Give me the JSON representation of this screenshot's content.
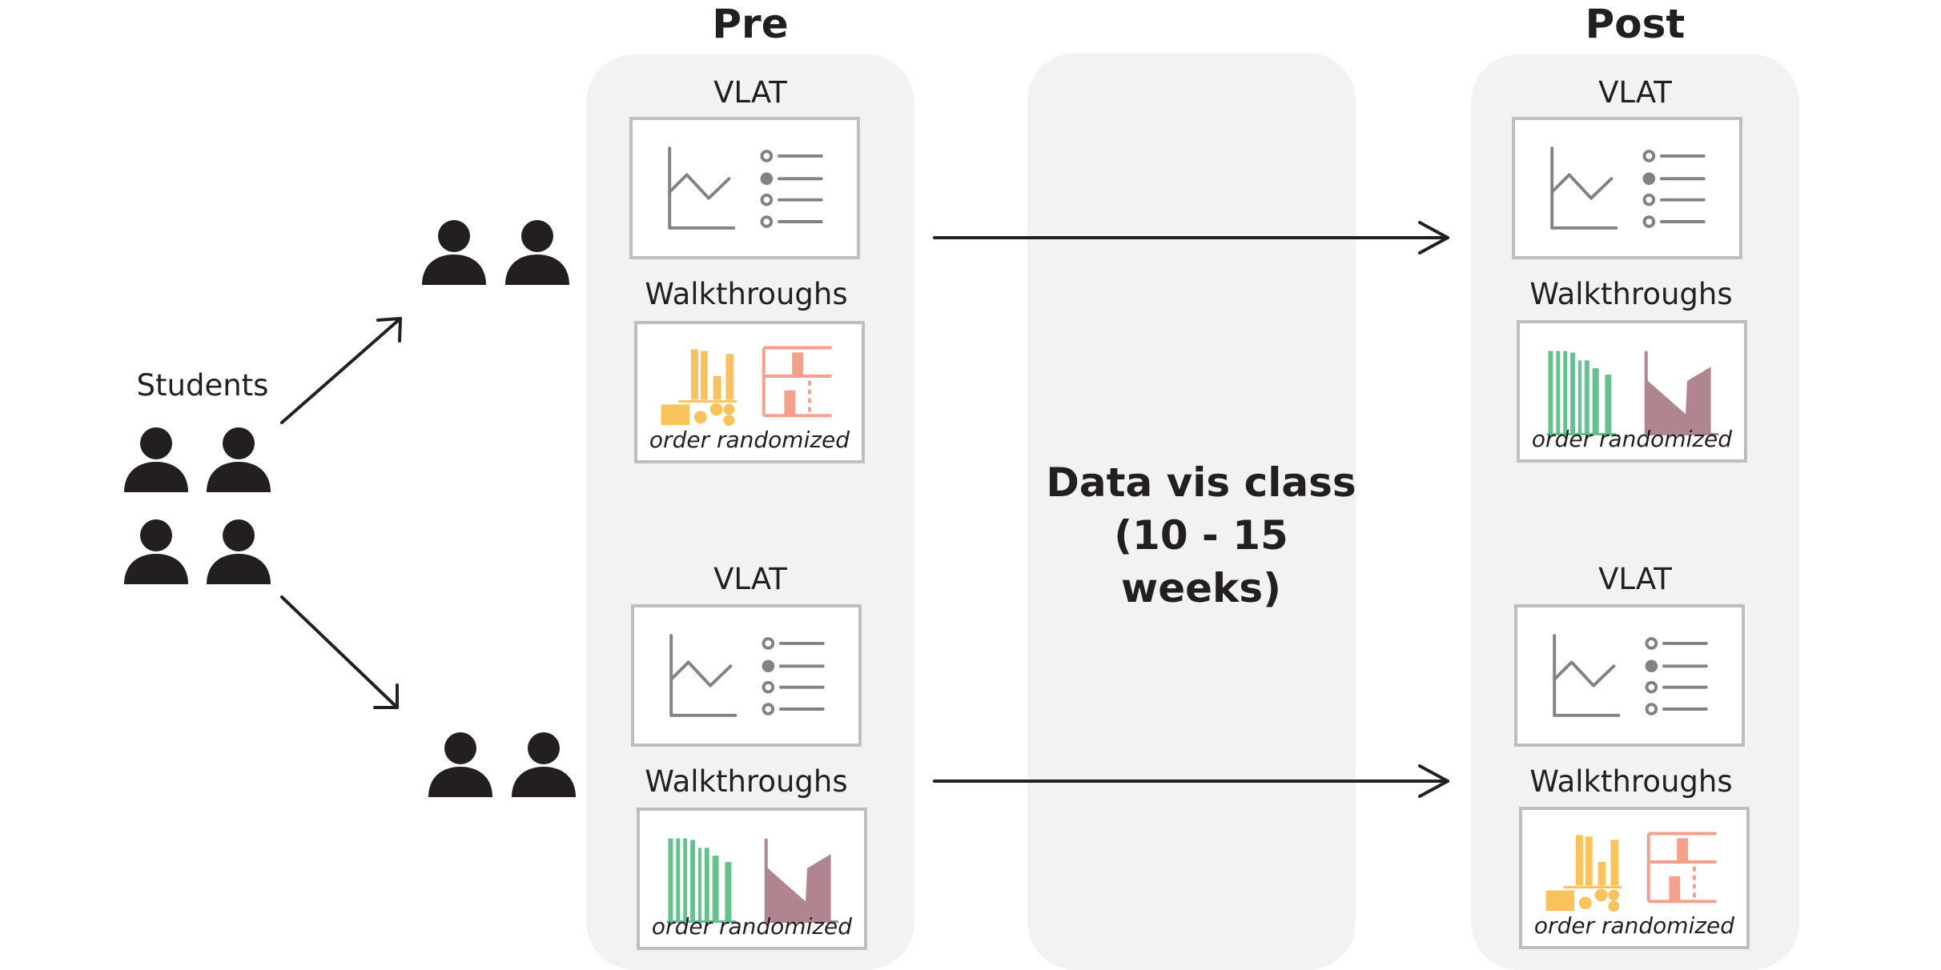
{
  "phases": {
    "pre_label": "Pre",
    "post_label": "Post",
    "class_line1": "Data vis class",
    "class_line2": "(10 - 15 weeks)"
  },
  "students": {
    "label": "Students"
  },
  "cards": {
    "vlat_label": "VLAT",
    "walkthroughs_label": "Walkthroughs",
    "order_caption": "order randomized"
  },
  "colors": {
    "panel": "#f2f2f2",
    "person": "#231f20",
    "card_border": "#bcbec0",
    "vlat_icon": "#808285",
    "yellow_chart": "#f9c25a",
    "salmon_chart": "#f4a08b",
    "green_chart": "#62c28e",
    "mauve_chart": "#b08590"
  },
  "icons": {
    "person": "person-icon",
    "vlat": "vlat-quiz-icon",
    "walkthrough_set_a": "yellow-bar-and-salmon-layout-icons",
    "walkthrough_set_b": "green-bar-and-mauve-area-icons"
  }
}
